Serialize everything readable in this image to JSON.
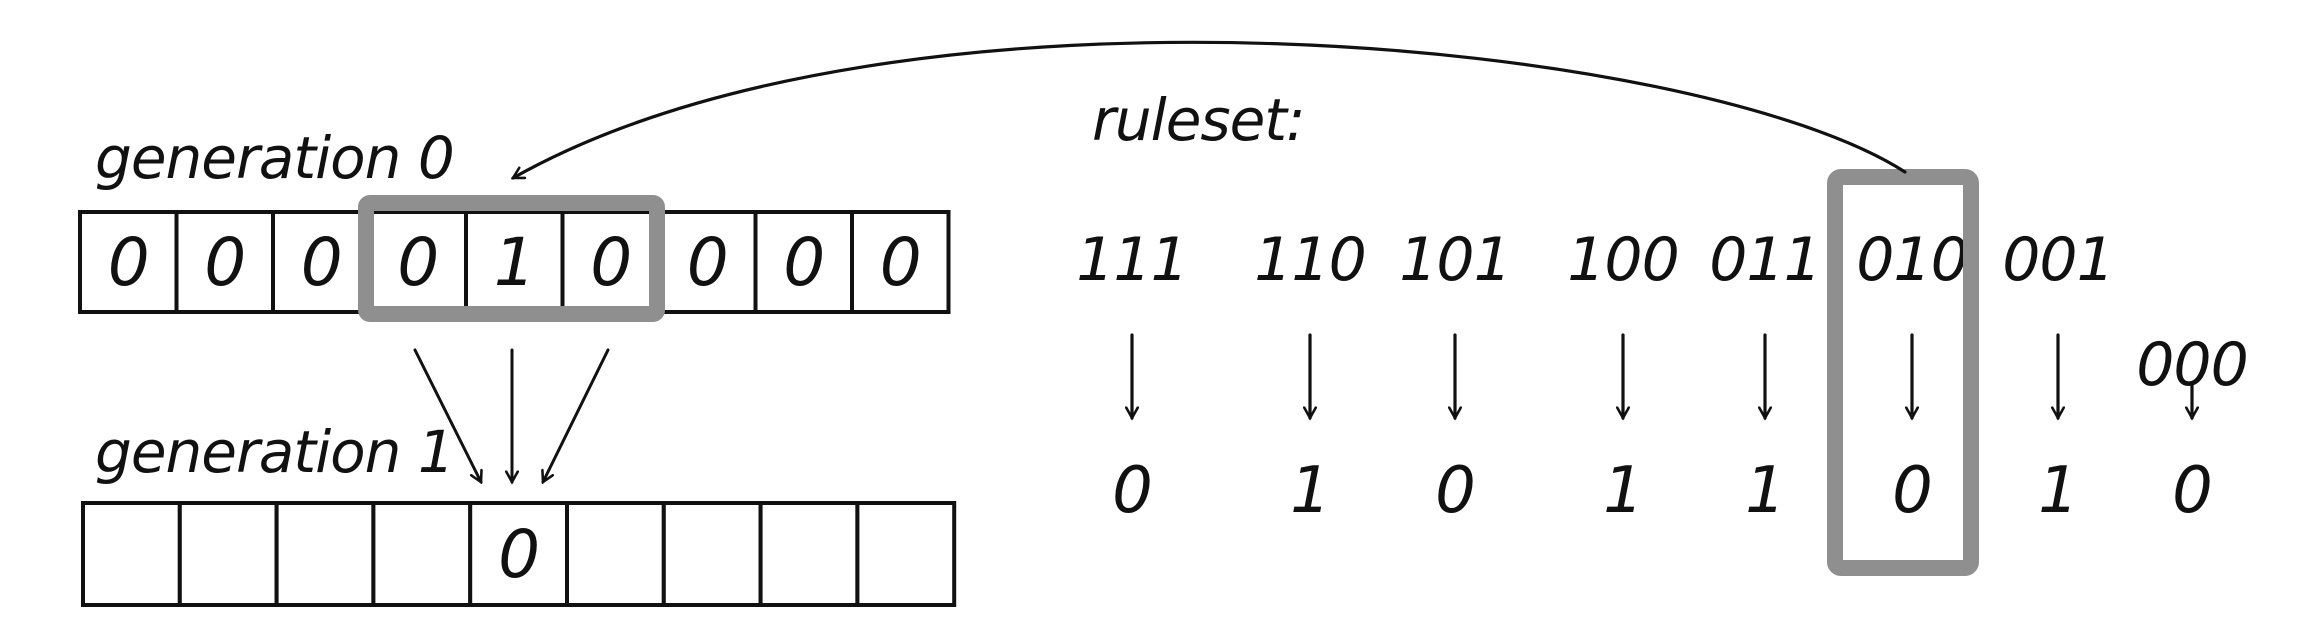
{
  "generation0": {
    "label": "generation 0",
    "cells": [
      "0",
      "0",
      "0",
      "0",
      "1",
      "0",
      "0",
      "0",
      "0"
    ]
  },
  "generation1": {
    "label": "generation 1",
    "cells": [
      "",
      "",
      "",
      "",
      "0",
      "",
      "",
      "",
      ""
    ]
  },
  "ruleset": {
    "label": "ruleset:",
    "rules": [
      {
        "pattern": "111",
        "output": "0"
      },
      {
        "pattern": "110",
        "output": "1"
      },
      {
        "pattern": "101",
        "output": "0"
      },
      {
        "pattern": "100",
        "output": "1"
      },
      {
        "pattern": "011",
        "output": "1"
      },
      {
        "pattern": "010",
        "output": "0"
      },
      {
        "pattern": "001",
        "output": "1"
      },
      {
        "pattern": "000",
        "output": "0"
      }
    ],
    "highlighted_rule_index": 5
  },
  "highlighted_neighborhood": {
    "generation": 0,
    "cell_indices": [
      3,
      4,
      5
    ]
  },
  "computed_cell": {
    "generation": 1,
    "cell_index": 4
  },
  "colors": {
    "ink": "#111111",
    "highlight": "#8f8f8f",
    "background": "#ffffff"
  }
}
